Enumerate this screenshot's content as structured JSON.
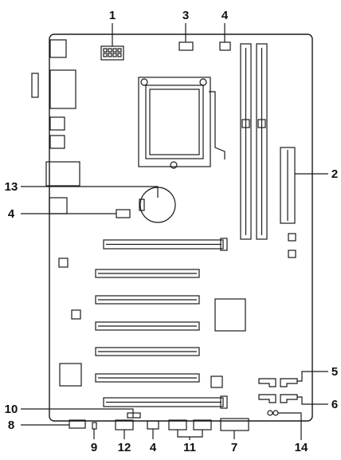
{
  "callouts": {
    "c1": "1",
    "c2": "2",
    "c3": "3",
    "c4_top": "4",
    "c4_left": "4",
    "c4_bottom": "4",
    "c5": "5",
    "c6": "6",
    "c7": "7",
    "c8": "8",
    "c9": "9",
    "c10": "10",
    "c11": "11",
    "c12": "12",
    "c13": "13",
    "c14": "14"
  },
  "colors": {
    "line": "#1a1a1a",
    "fill": "#ffffff",
    "dark": "#222222"
  }
}
